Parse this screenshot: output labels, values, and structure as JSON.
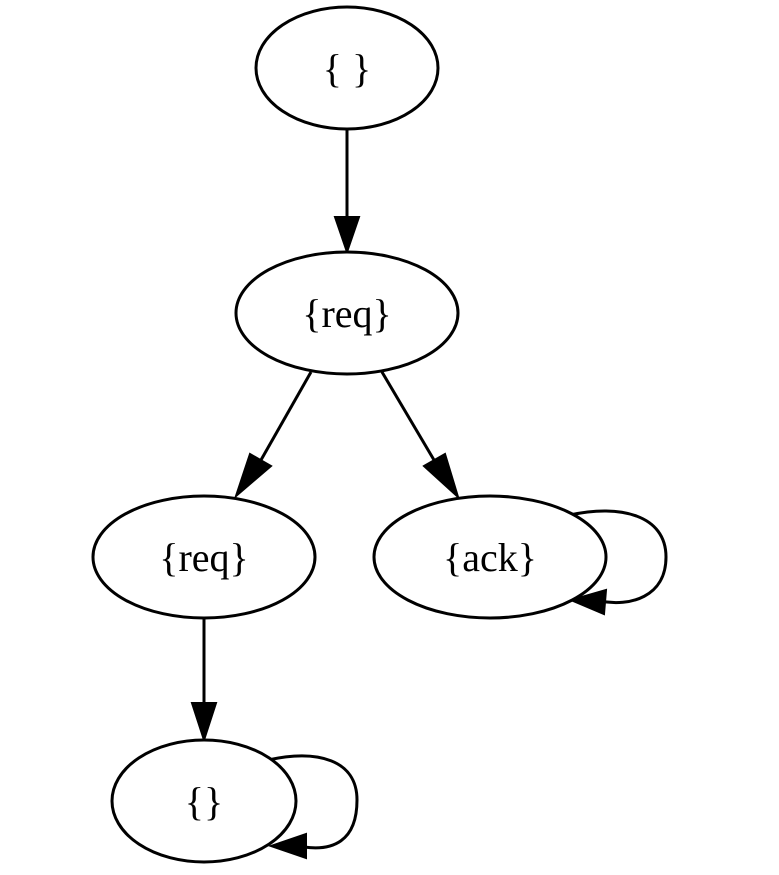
{
  "nodes": [
    {
      "id": "n1",
      "label": "{ }"
    },
    {
      "id": "n2",
      "label": "{req}"
    },
    {
      "id": "n3",
      "label": "{req}"
    },
    {
      "id": "n4",
      "label": "{ack}"
    },
    {
      "id": "n5",
      "label": "{}"
    }
  ],
  "edges": [
    {
      "from": "n1",
      "to": "n2"
    },
    {
      "from": "n2",
      "to": "n3"
    },
    {
      "from": "n2",
      "to": "n4"
    },
    {
      "from": "n3",
      "to": "n5"
    },
    {
      "from": "n4",
      "to": "n4"
    },
    {
      "from": "n5",
      "to": "n5"
    }
  ]
}
